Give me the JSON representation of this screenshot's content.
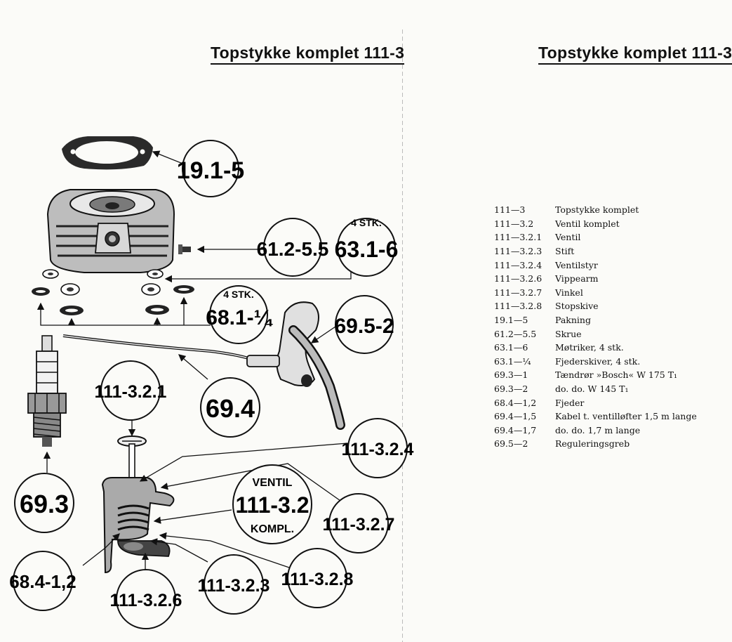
{
  "left_page": {
    "title": "Topstykke komplet 111-3",
    "callouts": {
      "c1": "19.1-5",
      "c2": "61.2-5.5",
      "c3": "63.1-6",
      "c3_note": "4 STK.",
      "c4": "68.1-¼",
      "c4_note": "4 STK.",
      "c5": "69.5-2",
      "c6": "69.4",
      "c7": "111-3.2.1",
      "c8": "69.3",
      "c9": "111-3.2.4",
      "c10_top": "VENTIL",
      "c10": "111-3.2",
      "c10_bottom": "KOMPL.",
      "c11": "111-3.2.7",
      "c12": "68.4-1,2",
      "c13": "111-3.2.6",
      "c14": "111-3.2.3",
      "c15": "111-3.2.8"
    }
  },
  "right_page": {
    "title": "Topstykke komplet 111-3",
    "parts": [
      {
        "code": "111—3",
        "desc": "Topstykke komplet"
      },
      {
        "code": "111—3.2",
        "desc": "Ventil komplet"
      },
      {
        "code": "111—3.2.1",
        "desc": "Ventil"
      },
      {
        "code": "111—3.2.3",
        "desc": "Stift"
      },
      {
        "code": "111—3.2.4",
        "desc": "Ventilstyr"
      },
      {
        "code": "111—3.2.6",
        "desc": "Vippearm"
      },
      {
        "code": "111—3.2.7",
        "desc": "Vinkel"
      },
      {
        "code": "111—3.2.8",
        "desc": "Stopskive"
      },
      {
        "code": "19.1—5",
        "desc": "Pakning"
      },
      {
        "code": "61.2—5.5",
        "desc": "Skrue"
      },
      {
        "code": "63.1—6",
        "desc": "Møtriker, 4 stk."
      },
      {
        "code": "63.1—¼",
        "desc": "Fjederskiver, 4 stk."
      },
      {
        "code": "69.3—1",
        "desc": "Tændrør »Bosch« W 175 T₁"
      },
      {
        "code": "69.3—2",
        "desc": "do.          do.    W 145 T₁"
      },
      {
        "code": "68.4—1,2",
        "desc": "Fjeder"
      },
      {
        "code": "69.4—1,5",
        "desc": "Kabel t. ventilløfter 1,5 m lange"
      },
      {
        "code": "69.4—1,7",
        "desc": "do.           do.        1,7 m lange"
      },
      {
        "code": "69.5—2",
        "desc": "Reguleringsgreb"
      }
    ]
  }
}
